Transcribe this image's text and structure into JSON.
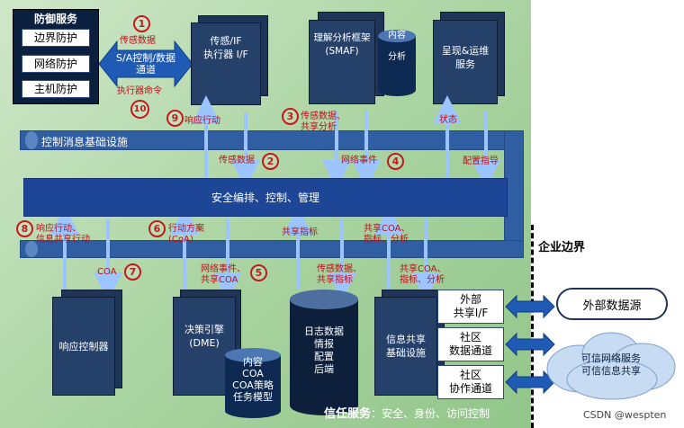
{
  "defense": {
    "title": "防御服务",
    "items": [
      "边界防护",
      "网络防护",
      "主机防护"
    ]
  },
  "sa_channel": "S/A控制/数据\n通道",
  "sensor_if": "传感/IF\n执行器 I/F",
  "smaf": "理解分析框架\n(SMAF)",
  "content_cyl": "内容\n\n分析",
  "present": "呈现&运维\n服务",
  "control_bar": "控制消息基础设施",
  "orchestration": "安全编排、控制、管理",
  "response_ctrl": "响应控制器",
  "dme": "决策引擎\n(DME)",
  "dme_db": "内容\nCOA\nCOA策略\n任务模型",
  "log_cyl": "日志数据\n情报\n配置\n后端",
  "info_share": "信息共享\n基础设施",
  "ext_if": "外部\n共享I/F",
  "community_data": "社区\n数据通道",
  "community_collab": "社区\n协作通道",
  "ext_source": "外部数据源",
  "cloud": "可信网络服务\n可信信息共享",
  "enterprise_boundary": "企业边界",
  "trust": {
    "label": "信任服务",
    "rest": "：安全、身份、访问控制"
  },
  "watermark": "CSDN @wespten",
  "labels": {
    "l1": "传感数据",
    "l10": "执行器命令",
    "l9": "响应行动",
    "l3": "传感数据、\n共享分析",
    "status": "状态",
    "l2": "传感数据",
    "l4": "网络事件",
    "config": "配置指导",
    "l8": "响应行动、\n信息共享行动",
    "l6": "行动方案\n(CoA)",
    "share_ind": "共享指标",
    "share_coa": "共享COA、\n指标、分析",
    "l7": "COA",
    "l5": "网络事件、\n共享COA",
    "sensor_share": "传感数据、\n共享指标",
    "share_coa2": "共享COA、\n指标、分析"
  },
  "nums": {
    "n1": "1",
    "n10": "10",
    "n9": "9",
    "n3": "3",
    "n2": "2",
    "n4": "4",
    "n8": "8",
    "n6": "6",
    "n7": "7",
    "n5": "5"
  }
}
